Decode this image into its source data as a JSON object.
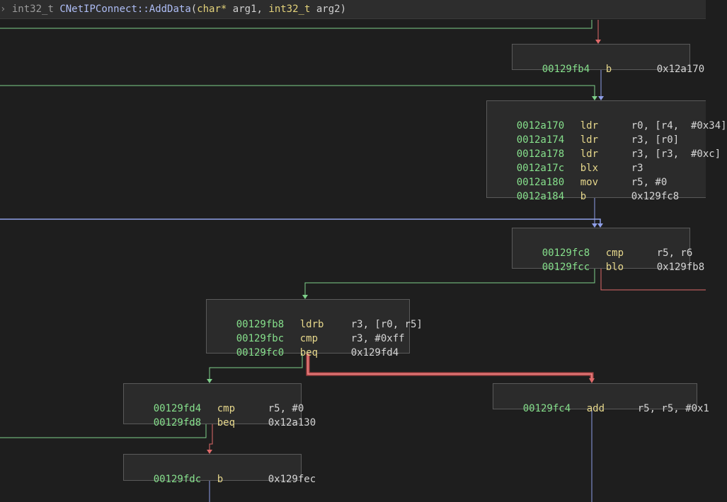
{
  "header": {
    "chevron": "›",
    "ret_type": "int32_t",
    "func_name": "CNetIPConnect::AddData",
    "open": "(",
    "arg1_type": "char*",
    "arg1_name": "arg1",
    "sep": ",",
    "arg2_type": "int32_t",
    "arg2_name": "arg2",
    "close": ")"
  },
  "colors": {
    "background": "#1e1e1e",
    "block_bg": "#2b2b2b",
    "block_border": "#5a5a5a",
    "address": "#86e08c",
    "mnemonic": "#e7d88c",
    "operand": "#d6d6d6",
    "edge_true": "#7ed08a",
    "edge_false": "#e06a6a",
    "edge_unconditional": "#8f9fe8"
  },
  "blocks": [
    {
      "id": "b_129fb4",
      "instructions": [
        {
          "addr": "00129fb4",
          "mnem": "b",
          "ops": "0x12a170"
        }
      ]
    },
    {
      "id": "b_12a170",
      "instructions": [
        {
          "addr": "0012a170",
          "mnem": "ldr",
          "ops": "r0, [r4,  #0x34]"
        },
        {
          "addr": "0012a174",
          "mnem": "ldr",
          "ops": "r3, [r0]"
        },
        {
          "addr": "0012a178",
          "mnem": "ldr",
          "ops": "r3, [r3,  #0xc]"
        },
        {
          "addr": "0012a17c",
          "mnem": "blx",
          "ops": "r3"
        },
        {
          "addr": "0012a180",
          "mnem": "mov",
          "ops": "r5, #0"
        },
        {
          "addr": "0012a184",
          "mnem": "b",
          "ops": "0x129fc8"
        }
      ]
    },
    {
      "id": "b_129fc8",
      "instructions": [
        {
          "addr": "00129fc8",
          "mnem": "cmp",
          "ops": "r5, r6"
        },
        {
          "addr": "00129fcc",
          "mnem": "blo",
          "ops": "0x129fb8"
        }
      ]
    },
    {
      "id": "b_129fb8",
      "instructions": [
        {
          "addr": "00129fb8",
          "mnem": "ldrb",
          "ops": "r3, [r0, r5]"
        },
        {
          "addr": "00129fbc",
          "mnem": "cmp",
          "ops": "r3, #0xff"
        },
        {
          "addr": "00129fc0",
          "mnem": "beq",
          "ops": "0x129fd4"
        }
      ]
    },
    {
      "id": "b_129fd4",
      "instructions": [
        {
          "addr": "00129fd4",
          "mnem": "cmp",
          "ops": "r5, #0"
        },
        {
          "addr": "00129fd8",
          "mnem": "beq",
          "ops": "0x12a130"
        }
      ]
    },
    {
      "id": "b_129fc4",
      "instructions": [
        {
          "addr": "00129fc4",
          "mnem": "add",
          "ops": "r5, r5, #0x1"
        }
      ]
    },
    {
      "id": "b_129fdc",
      "instructions": [
        {
          "addr": "00129fdc",
          "mnem": "b",
          "ops": "0x129fec"
        }
      ]
    }
  ]
}
